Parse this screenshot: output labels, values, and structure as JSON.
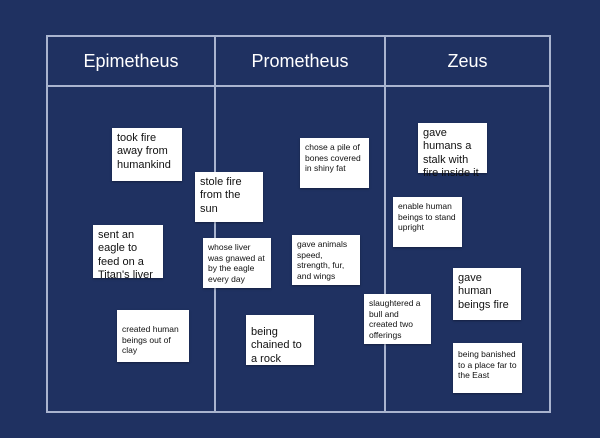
{
  "board": {
    "columns": [
      {
        "title": "Epimetheus"
      },
      {
        "title": "Prometheus"
      },
      {
        "title": "Zeus"
      }
    ],
    "cards": [
      {
        "text": "took fire away from humankind"
      },
      {
        "text": "stole fire from the sun"
      },
      {
        "text": "chose a pile of bones covered in shiny fat"
      },
      {
        "text": "gave humans a stalk with fire inside it"
      },
      {
        "text": "enable human beings to stand upright"
      },
      {
        "text": "sent an eagle to feed on a Titan's liver"
      },
      {
        "text": "whose liver was gnawed at by the eagle every day"
      },
      {
        "text": "gave animals speed, strength, fur, and wings"
      },
      {
        "text": "gave human beings fire"
      },
      {
        "text": "slaughtered a bull and created two offerings"
      },
      {
        "text": "created human beings out of clay"
      },
      {
        "text": "being chained to a rock"
      },
      {
        "text": "being banished to a place far to the East"
      }
    ]
  }
}
